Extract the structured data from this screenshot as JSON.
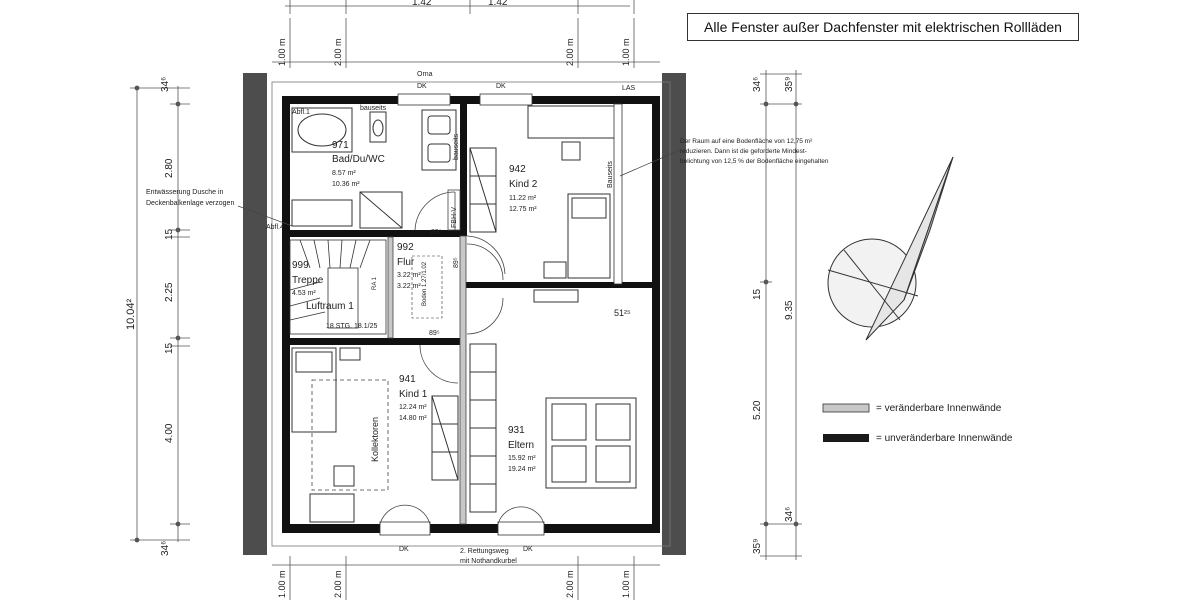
{
  "header_note": "Alle Fenster außer Dachfenster mit elektrischen Rollläden",
  "top_dims": [
    "1.42",
    "1.42"
  ],
  "side_dims": {
    "top": [
      "1.00 m",
      "2.00 m",
      "2.00 m",
      "1.00 m"
    ],
    "bottom": [
      "1.00 m",
      "2.00 m",
      "2.00 m",
      "1.00 m"
    ]
  },
  "left_dims": {
    "chain": [
      "34⁶",
      "2.80",
      "15",
      "2.25",
      "15",
      "4.00",
      "34⁶"
    ],
    "total": "10.04²"
  },
  "right_dims": {
    "outer": [
      "35⁹",
      "34⁶",
      "15",
      "5.20",
      "34⁶",
      "35⁹"
    ],
    "total": "9.35"
  },
  "rooms": [
    {
      "id": "971",
      "name": "Bad/Du/WC",
      "area1": "8.57 m²",
      "area2": "10.36 m²"
    },
    {
      "id": "942",
      "name": "Kind 2",
      "area1": "11.22 m²",
      "area2": "12.75 m²"
    },
    {
      "id": "992",
      "name": "Flur",
      "area1": "3.22 m²",
      "area2": "3.22 m²"
    },
    {
      "id": "999",
      "name": "Treppe",
      "area1": "4.53 m²",
      "area2": ""
    },
    {
      "id": "941",
      "name": "Kind 1",
      "area1": "12.24 m²",
      "area2": "14.80 m²"
    },
    {
      "id": "931",
      "name": "Eltern",
      "area1": "15.92 m²",
      "area2": "19.24 m²"
    }
  ],
  "labels": {
    "luftraum": "Luftraum 1",
    "stairs": "18 STG. 18.1/25",
    "kollektoren": "Kollektoren",
    "bauseits1": "bauseits",
    "bauseits2": "bauseits",
    "bauseits3": "Bauseits",
    "fbh": "FBH-V",
    "abfl1": "Abfl.1",
    "abfl2": "Abfl.4",
    "dk1": "DK",
    "dk2": "DK",
    "dk3": "DK",
    "dk4": "DK",
    "orna": "Orna",
    "las": "LAS",
    "door89a": "89⁵",
    "door89b": "89⁵",
    "door89c": "89⁵",
    "dim51": "51²⁵",
    "rettung1": "2. Rettungsweg",
    "rettung2": "mit Nothandkurbel",
    "boden": "Boden 1.27/1.02",
    "ra": "RA 1"
  },
  "annotations": {
    "left_note_line1": "Entwässerung Dusche in",
    "left_note_line2": "Deckenbalkenlage verzogen",
    "right_note_line1": "Der Raum auf eine Bodenfläche von 12,75 m²",
    "right_note_line2": "reduzieren. Dann ist die geforderte  Mindest-",
    "right_note_line3": "belichtung von 12,5 % der Bodenfläche eingehalten"
  },
  "legend": [
    {
      "label": "= veränderbare Innenwände",
      "color": "#c8c8c8"
    },
    {
      "label": "= unveränderbare Innenwände",
      "color": "#1a1a1a"
    }
  ],
  "colors": {
    "wall": "#111111",
    "roof": "#4d4d4d",
    "partition": "#c8c8c8",
    "line": "#333333"
  }
}
